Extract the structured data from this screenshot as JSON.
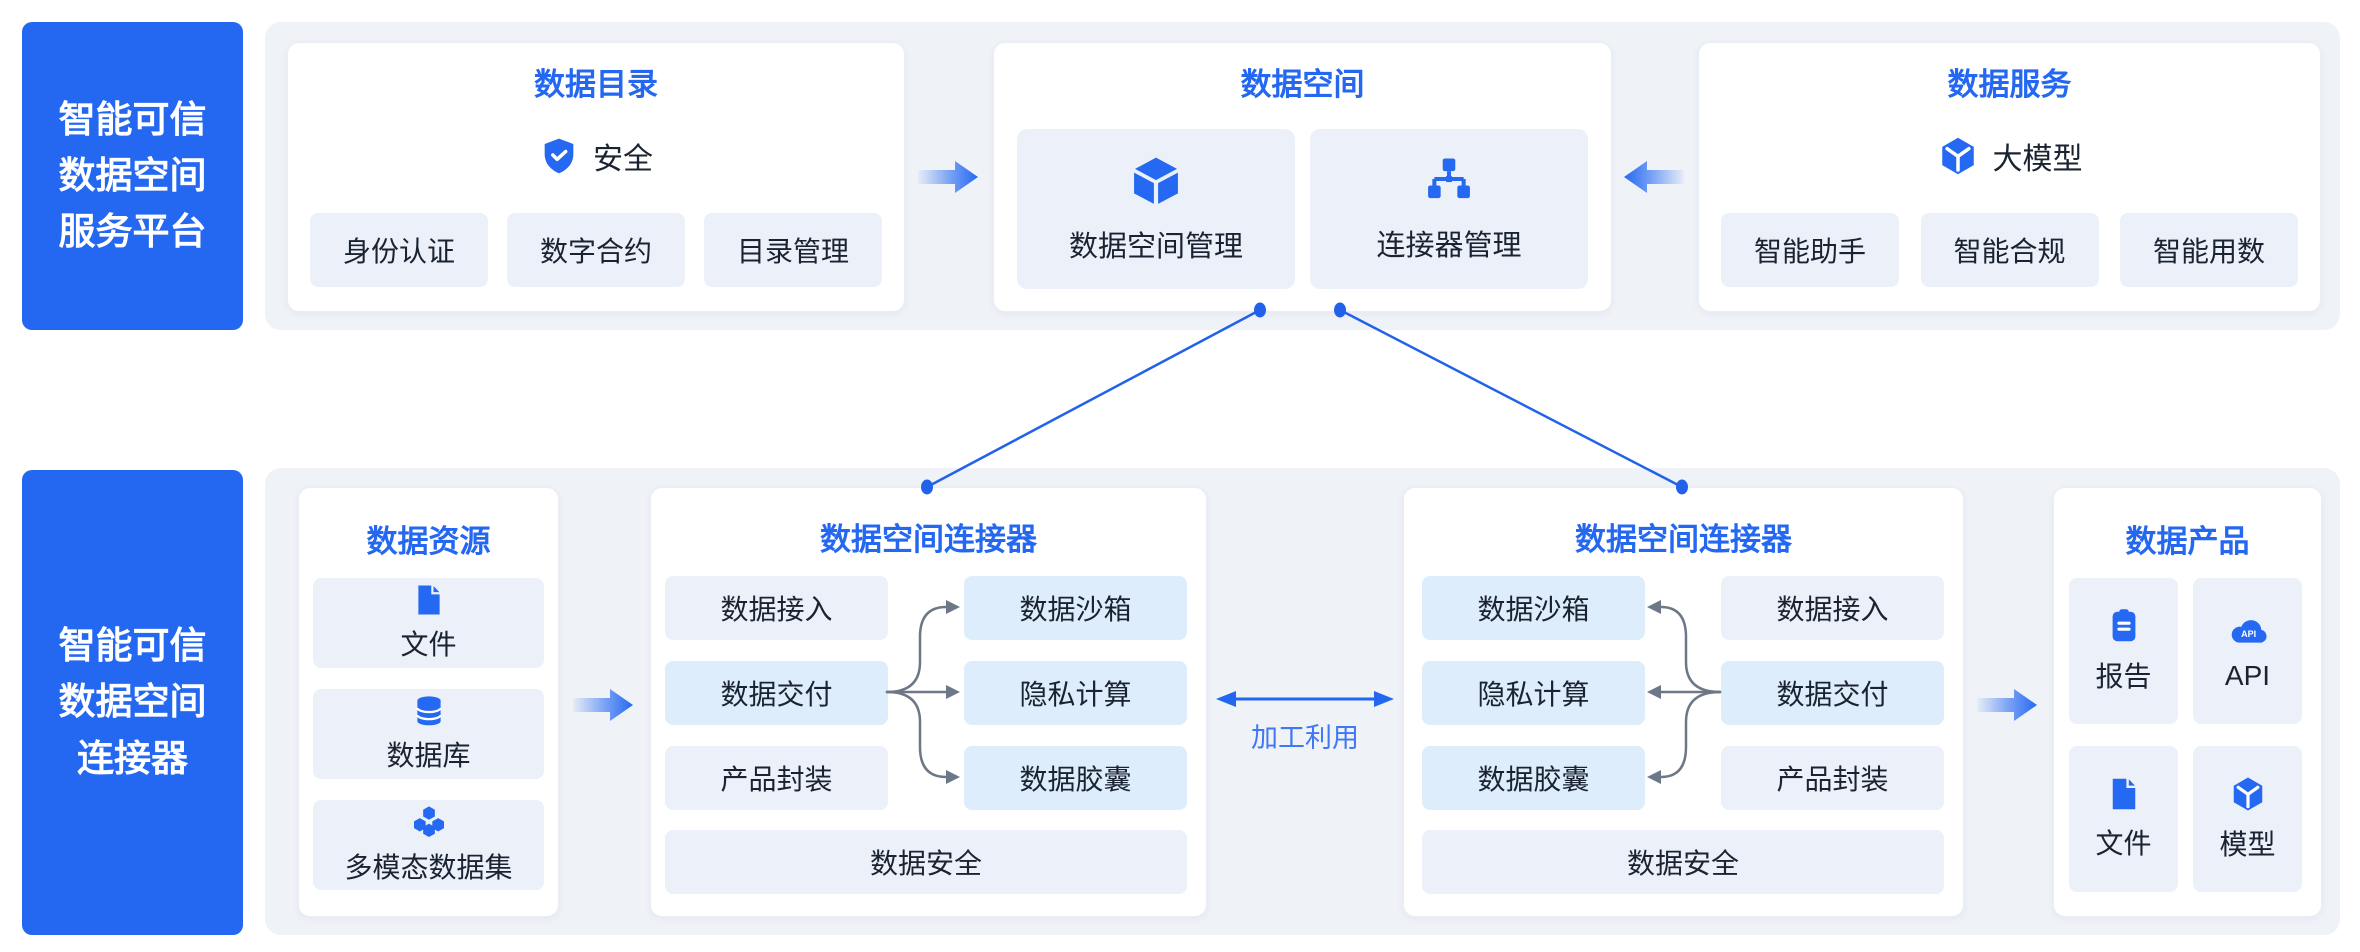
{
  "colors": {
    "accent_blue": "#2468F2",
    "icon_blue": "#2569F2",
    "line_blue": "#2262EA",
    "panel_bg": "#EFF2F7",
    "item_bg": "#ECF1F9",
    "item_highlight_bg": "#DEEDFB",
    "text_dark": "#1A2331",
    "branch_arrow_gray": "#6C7787"
  },
  "platform_row": {
    "sidebar": {
      "lines": [
        "智能可信",
        "数据空间",
        "服务平台"
      ]
    },
    "data_catalog": {
      "title": "数据目录",
      "feature": {
        "icon": "shield-check-icon",
        "label": "安全"
      },
      "buttons": [
        "身份认证",
        "数字合约",
        "目录管理"
      ]
    },
    "data_space": {
      "title": "数据空间",
      "modules": [
        {
          "icon": "cube-icon",
          "label": "数据空间管理"
        },
        {
          "icon": "sitemap-icon",
          "label": "连接器管理"
        }
      ]
    },
    "data_service": {
      "title": "数据服务",
      "feature": {
        "icon": "hexagon-model-icon",
        "label": "大模型"
      },
      "buttons": [
        "智能助手",
        "智能合规",
        "智能用数"
      ]
    }
  },
  "connector_row": {
    "sidebar": {
      "lines": [
        "智能可信",
        "数据空间",
        "连接器"
      ]
    },
    "data_resources": {
      "title": "数据资源",
      "items": [
        {
          "icon": "file-icon",
          "label": "文件"
        },
        {
          "icon": "database-icon",
          "label": "数据库"
        },
        {
          "icon": "dataset-icon",
          "label": "多模态数据集"
        }
      ]
    },
    "connector_left": {
      "title": "数据空间连接器",
      "left_column": [
        "数据接入",
        "数据交付",
        "产品封装"
      ],
      "right_column": [
        "数据沙箱",
        "隐私计算",
        "数据胶囊"
      ],
      "bottom": "数据安全"
    },
    "connector_right": {
      "title": "数据空间连接器",
      "left_column": [
        "数据沙箱",
        "隐私计算",
        "数据胶囊"
      ],
      "right_column": [
        "数据接入",
        "数据交付",
        "产品封装"
      ],
      "bottom": "数据安全"
    },
    "data_products": {
      "title": "数据产品",
      "items": [
        {
          "icon": "report-icon",
          "label": "报告"
        },
        {
          "icon": "api-cloud-icon",
          "label": "API",
          "icon_text": "API"
        },
        {
          "icon": "file-icon",
          "label": "文件"
        },
        {
          "icon": "hexagon-model-icon",
          "label": "模型"
        }
      ]
    },
    "flow_label": "加工利用"
  }
}
